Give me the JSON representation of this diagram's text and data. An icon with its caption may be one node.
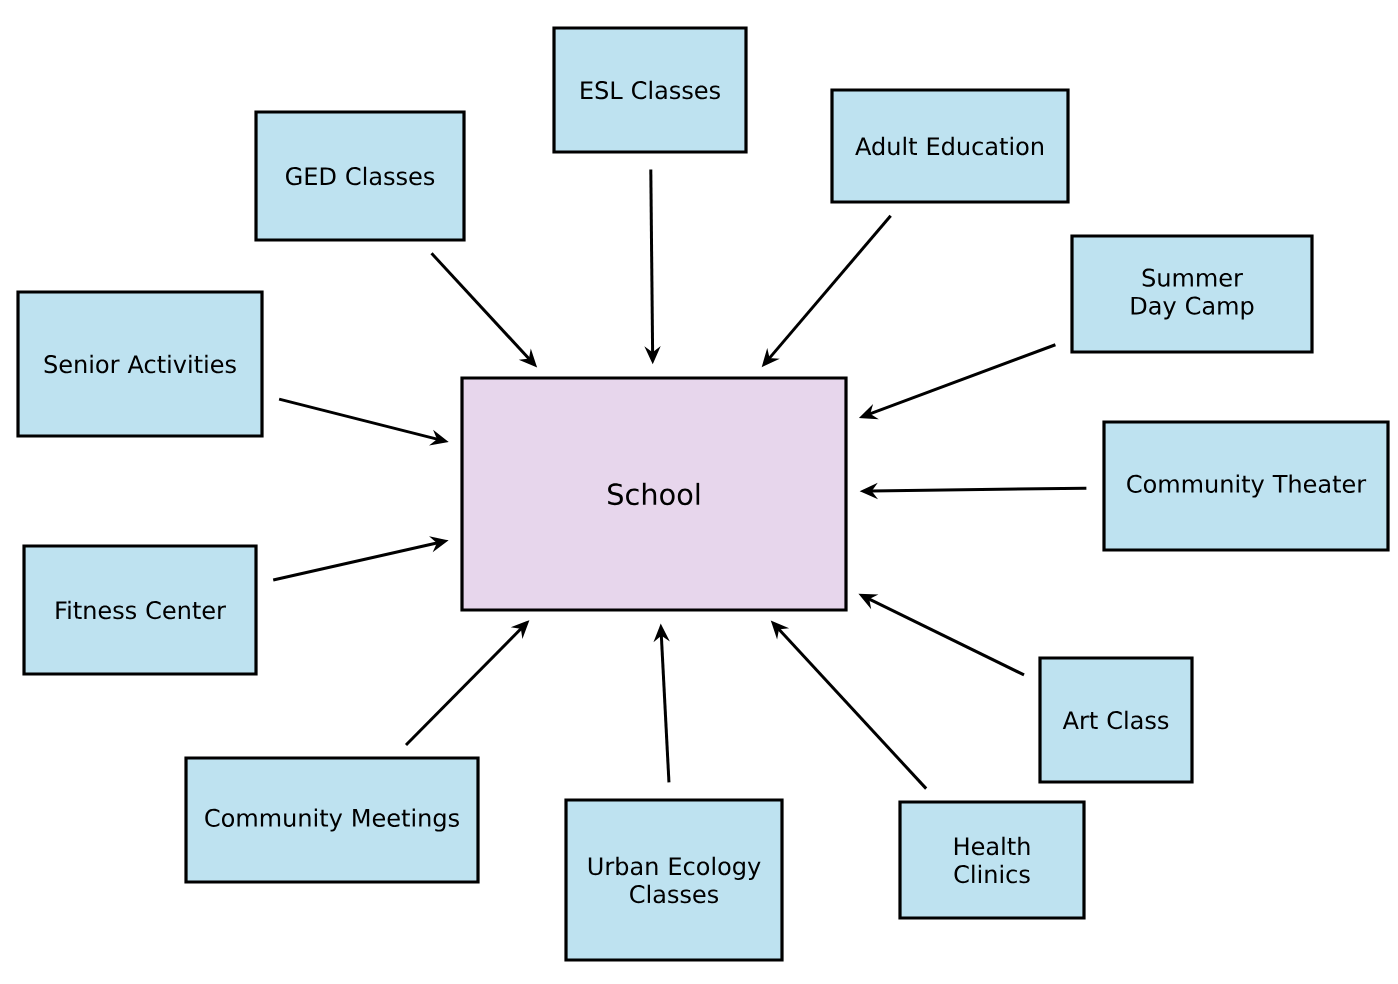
{
  "diagram": {
    "nodes": [
      {
        "text": [
          "School"
        ]
      },
      {
        "text": [
          "GED Classes"
        ]
      },
      {
        "text": [
          "ESL Classes"
        ]
      },
      {
        "text": [
          "Adult Education"
        ]
      },
      {
        "text": [
          "Summer Day Camp"
        ]
      },
      {
        "text": [
          "Community Theater"
        ]
      },
      {
        "text": [
          "Art Class"
        ]
      },
      {
        "text": [
          "Health Clinics"
        ]
      },
      {
        "text": [
          "Urban Ecology Classes"
        ]
      },
      {
        "text": [
          "Community Meetings"
        ]
      },
      {
        "text": [
          "Fitness Center"
        ]
      },
      {
        "text": [
          "Senior Activities"
        ]
      }
    ],
    "edges": [
      {
        "from": 1,
        "to": 0,
        "arrow": "to"
      },
      {
        "from": 2,
        "to": 0,
        "arrow": "to"
      },
      {
        "from": 3,
        "to": 0,
        "arrow": "to"
      },
      {
        "from": 4,
        "to": 0,
        "arrow": "to"
      },
      {
        "from": 5,
        "to": 0,
        "arrow": "to"
      },
      {
        "from": 6,
        "to": 0,
        "arrow": "to"
      },
      {
        "from": 7,
        "to": 0,
        "arrow": "to"
      },
      {
        "from": 8,
        "to": 0,
        "arrow": "to"
      },
      {
        "from": 9,
        "to": 0,
        "arrow": "to"
      },
      {
        "from": 10,
        "to": 0,
        "arrow": "to"
      },
      {
        "from": 11,
        "to": 0,
        "arrow": "to"
      }
    ]
  }
}
